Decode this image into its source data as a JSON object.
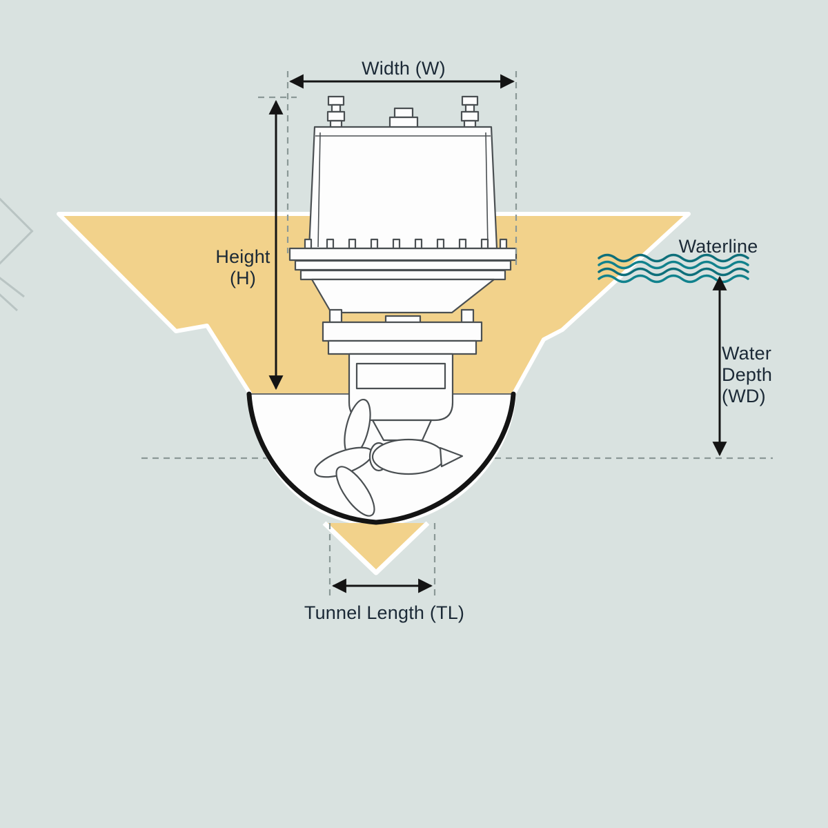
{
  "title": "Thruster installation dimension diagram",
  "colors": {
    "background": "#d9e2e0",
    "hull": "#f2d28b",
    "hull_outline": "#ffffff",
    "tunnel_outline": "#141414",
    "machine_line": "#4a4f52",
    "arrow": "#141414",
    "dash": "#8a9896",
    "wave_dark": "#0e6f7a",
    "wave_teal": "#11828d",
    "text": "#1b2936"
  },
  "labels": {
    "width": "Width (W)",
    "height_line1": "Height",
    "height_line2": "(H)",
    "waterline": "Waterline",
    "water_depth_line1": "Water",
    "water_depth_line2": "Depth",
    "water_depth_line3": "(WD)",
    "tunnel_length": "Tunnel Length (TL)"
  }
}
